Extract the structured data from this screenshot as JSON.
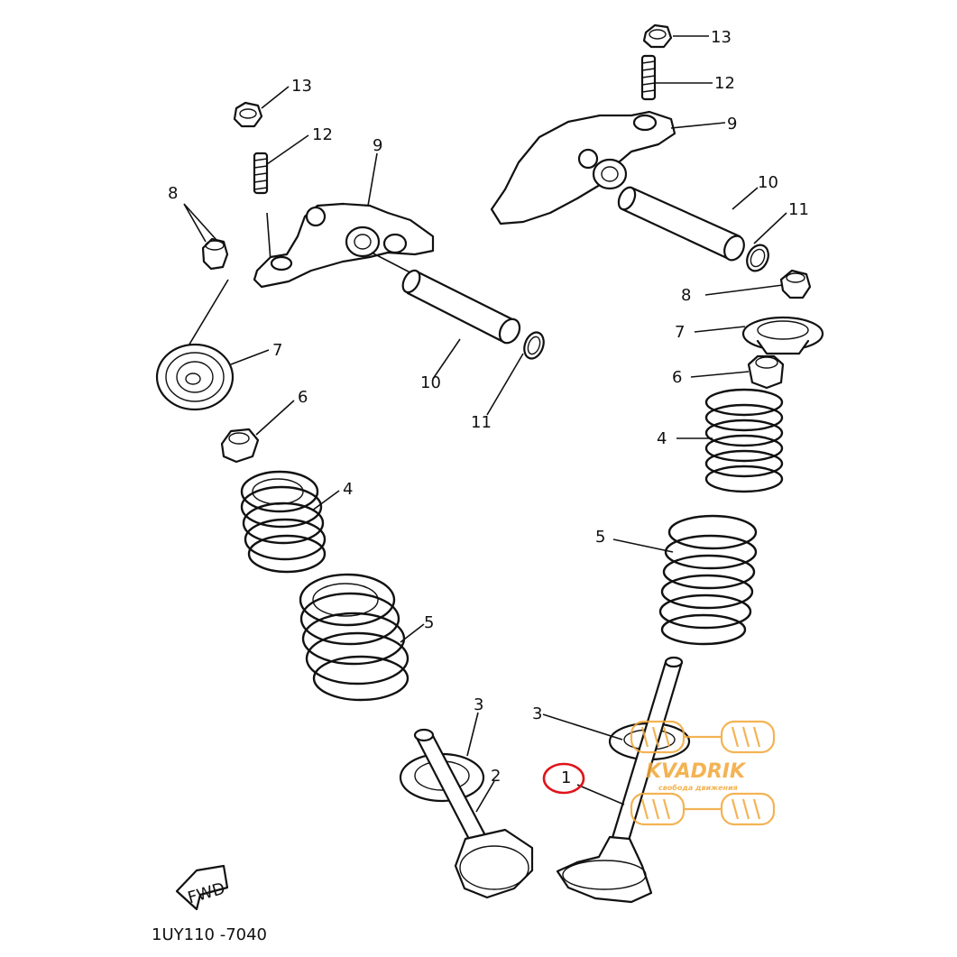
{
  "diagram": {
    "part_code": "1UY110 -7040",
    "fwd_label": "FWD",
    "callouts": {
      "n1": "1",
      "n2": "2",
      "n3": "3",
      "n4": "4",
      "n5": "5",
      "n6": "6",
      "n7": "7",
      "n8": "8",
      "n9": "9",
      "n10": "10",
      "n11": "11",
      "n12": "12",
      "n13": "13"
    }
  },
  "watermark": {
    "brand": "KVADRIK",
    "slogan": "свобода движения"
  },
  "colors": {
    "line": "#111111",
    "highlight": "#e0141b",
    "watermark": "#f2a637"
  }
}
